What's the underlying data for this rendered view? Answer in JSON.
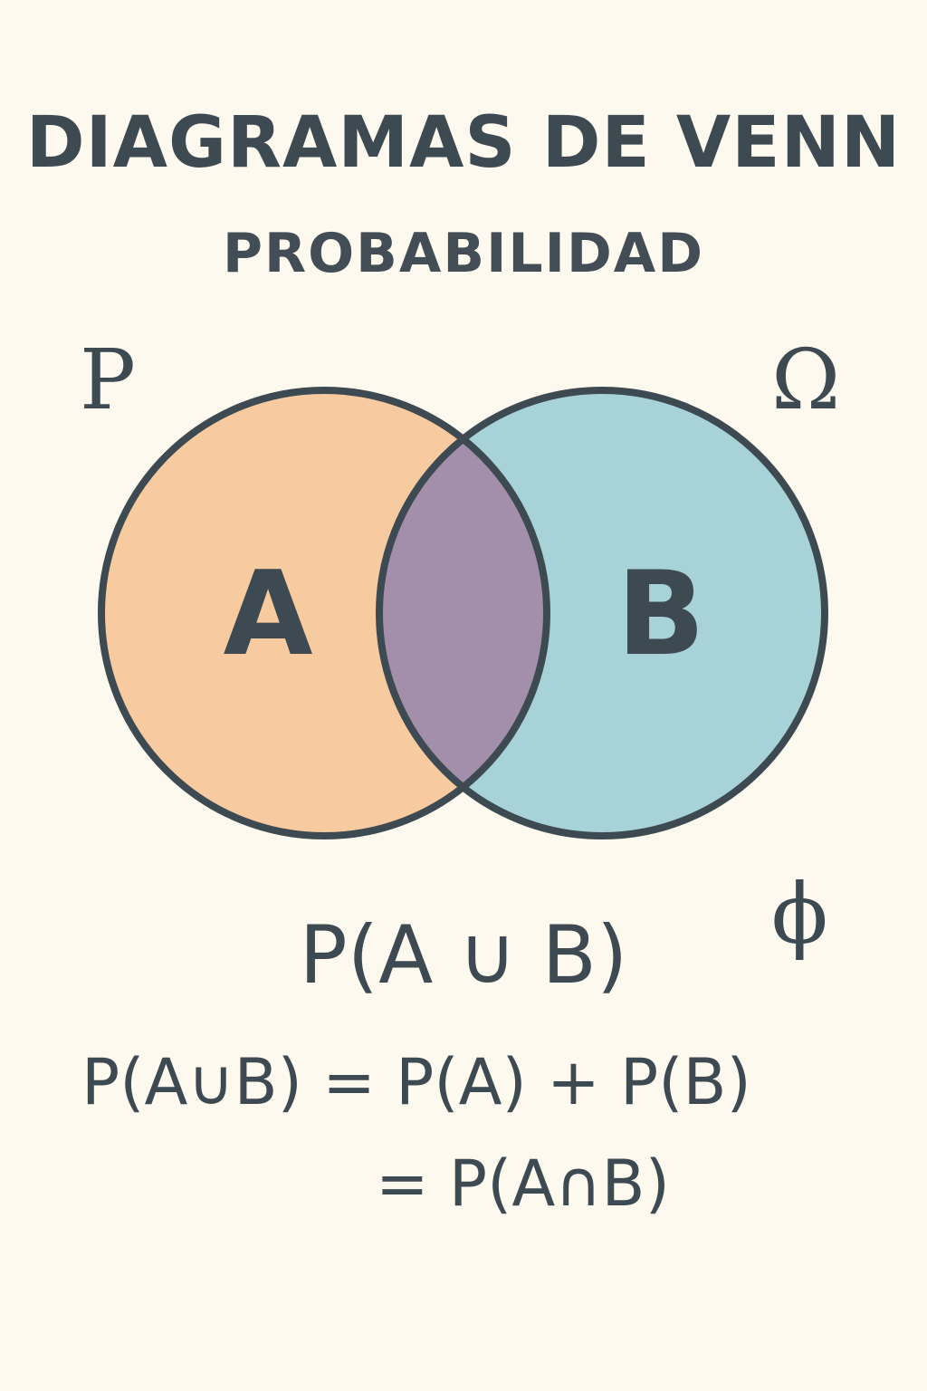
{
  "header": {
    "title": "DIAGRAMAS DE VENN",
    "subtitle": "PROBABILIDAD"
  },
  "symbols": {
    "top_left": "P",
    "top_right": "Ω",
    "bottom_right": "ϕ"
  },
  "venn": {
    "set_a_label": "A",
    "set_b_label": "B",
    "colors": {
      "set_a": "#f7caa0",
      "set_b": "#a7d3d8",
      "intersection": "#a38fab",
      "outline": "#3e4a52",
      "background": "#fdf9ef"
    }
  },
  "formulas": {
    "main": "P(A ∪ B)",
    "line1": "P(A∪B) = P(A) + P(B)",
    "line2": "= P(A∩B)"
  }
}
